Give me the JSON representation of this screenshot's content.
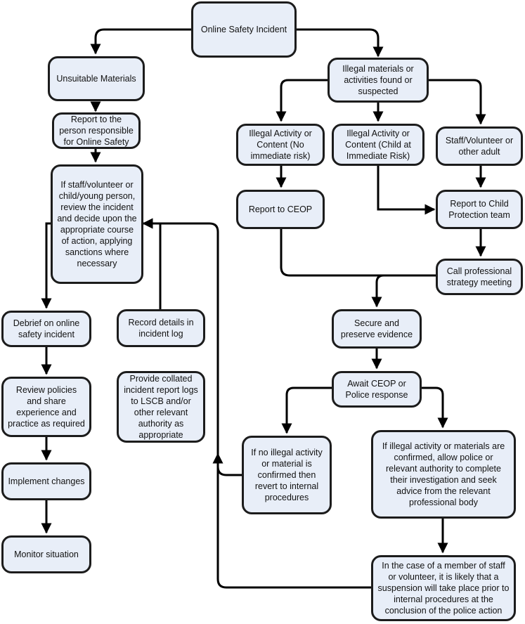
{
  "diagram": {
    "nodes": {
      "online_safety_incident": "Online Safety Incident",
      "unsuitable_materials": "Unsuitable Materials",
      "illegal_materials": "Illegal materials or activities found or suspected",
      "report_responsible": "Report to the person responsible for Online Safety",
      "illegal_no_risk": "Illegal Activity or Content (No immediate risk)",
      "illegal_child_risk": "Illegal Activity or Content (Child at Immediate Risk)",
      "staff_volunteer": "Staff/Volunteer or other adult",
      "review_incident": "If staff/volunteer or child/young person, review the incident and decide upon the appropriate course of action, applying sanctions where necessary",
      "report_ceop": "Report to CEOP",
      "report_child_protection": "Report to Child Protection team",
      "call_strategy": "Call professional strategy meeting",
      "debrief": "Debrief on online safety incident",
      "record_details": "Record details in incident log",
      "secure_evidence": "Secure and preserve evidence",
      "review_policies": "Review policies and share experience and practice as required",
      "provide_logs": "Provide collated incident report logs to LSCB and/or other relevant authority as appropriate",
      "await_response": "Await CEOP or Police response",
      "implement_changes": "Implement changes",
      "no_illegal_activity": "If no illegal activity or material is confirmed then revert to internal procedures",
      "illegal_confirmed": "If illegal activity or materials are confirmed, allow police or relevant authority to complete their investigation and seek advice from the relevant professional body",
      "monitor_situation": "Monitor situation",
      "staff_suspension": "In the case of a member of staff or volunteer, it is likely that a suspension will take place prior to internal procedures at the conclusion of the police action"
    },
    "colors": {
      "node_fill": "#e8eef8",
      "node_border": "#1c1c1c",
      "connector": "#000000"
    }
  }
}
